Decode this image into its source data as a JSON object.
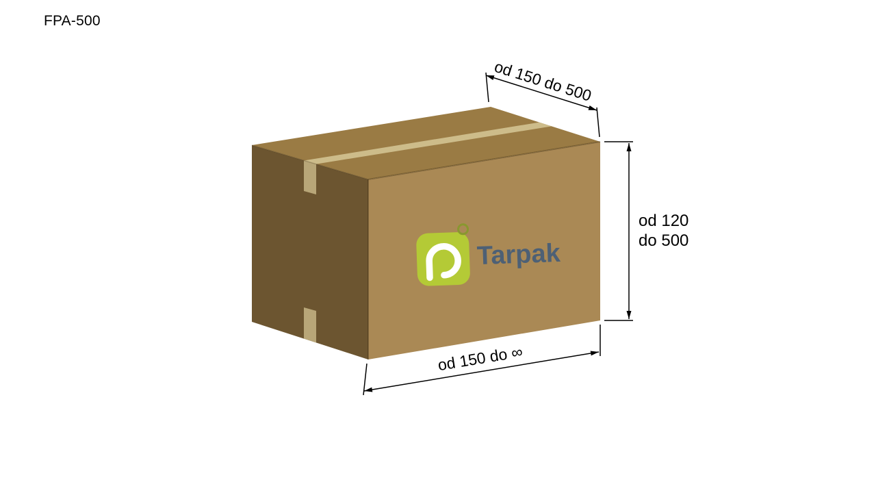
{
  "page": {
    "model": "FPA-500"
  },
  "box": {
    "logo": {
      "wordmark": "Tarpak"
    },
    "colors": {
      "top_face": "#9a7b44",
      "front_face": "#aa8955",
      "left_face": "#6c5530",
      "tape": "#d1c190",
      "logo_tile": "#b4ca36",
      "logo_swirl": "#ffffff",
      "logo_text": "#4d6075",
      "logo_degree": "#89982f"
    }
  },
  "dimensions": {
    "top_label": "od 150 do 500",
    "height_label_line1": "od 120",
    "height_label_line2": "do 500",
    "bottom_label": "od 150 do ∞",
    "line_color": "#000000"
  }
}
